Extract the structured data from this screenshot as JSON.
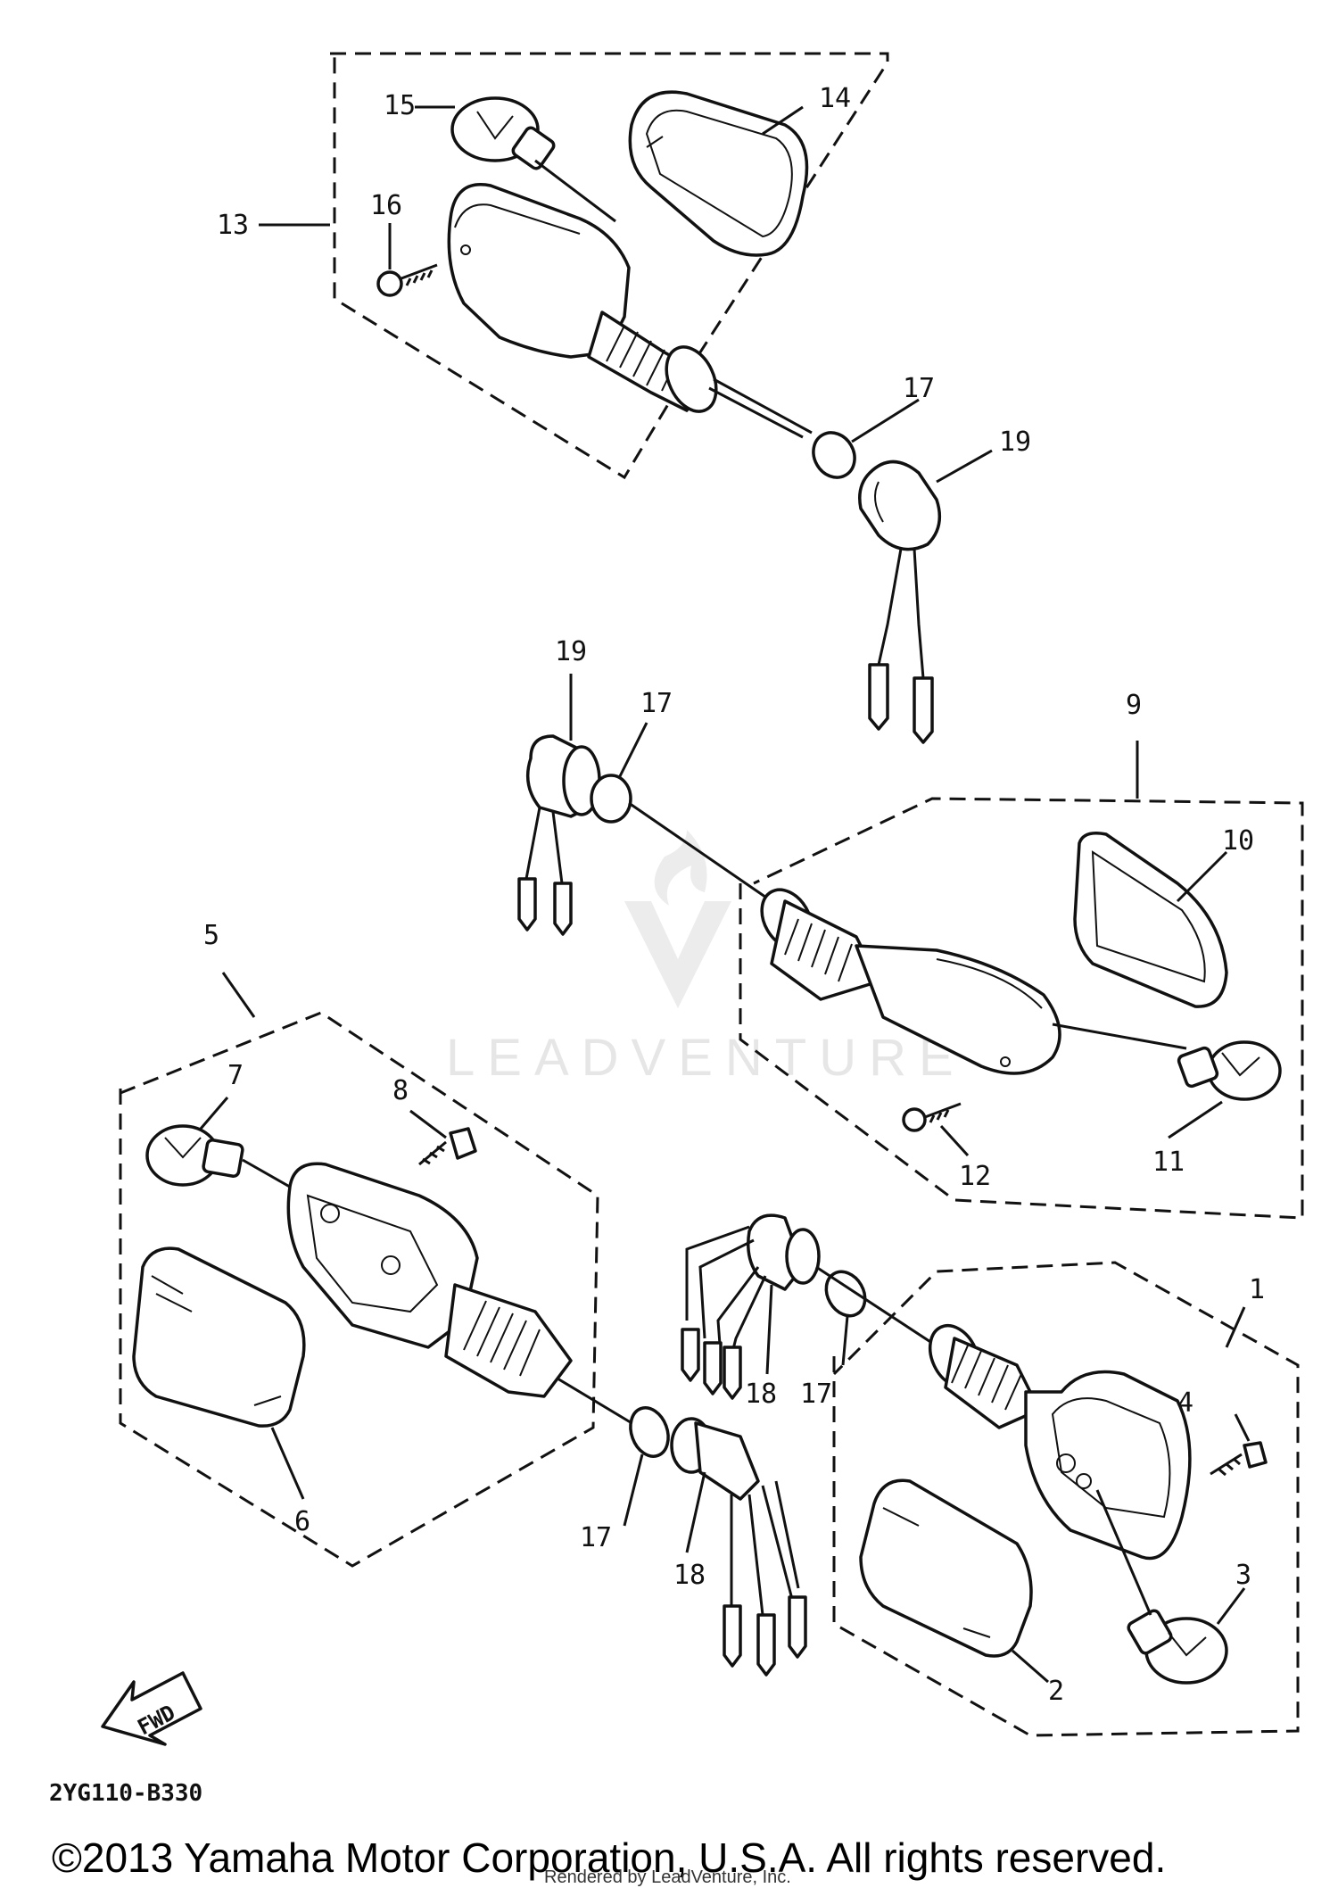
{
  "diagram": {
    "drawing_code": "2YG110-B330",
    "copyright": "©2013 Yamaha Motor Corporation, U.S.A. All rights reserved.",
    "rendered_by": "Rendered by LeadVenture, Inc.",
    "watermark": "LEADVENTURE",
    "fwd_label": "FWD",
    "labels": {
      "p1": "1",
      "p2": "2",
      "p3": "3",
      "p4": "4",
      "p5": "5",
      "p6": "6",
      "p7": "7",
      "p8": "8",
      "p9": "9",
      "p10": "10",
      "p11": "11",
      "p12": "12",
      "p13": "13",
      "p14": "14",
      "p15": "15",
      "p16": "16",
      "p17a": "17",
      "p17b": "17",
      "p17c": "17",
      "p17d": "17",
      "p18a": "18",
      "p18b": "18",
      "p19a": "19",
      "p19b": "19"
    }
  }
}
